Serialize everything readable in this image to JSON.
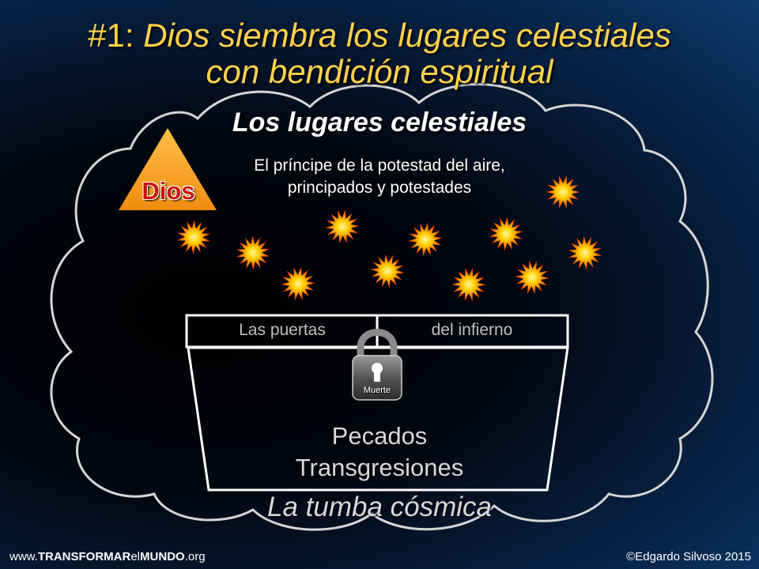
{
  "title": {
    "number": "#1:",
    "line1": "Dios siembra los lugares celestiales",
    "line2": "con bendición espiritual"
  },
  "cloud": {
    "title": "Los lugares celestiales",
    "powers_line1": "El príncipe de la potestad del aire,",
    "powers_line2": "principados y potestades"
  },
  "god": {
    "label": "Dios"
  },
  "gates": {
    "left": "Las puertas",
    "right": "del infierno"
  },
  "lock": {
    "label": "Muerte"
  },
  "tomb": {
    "line1": "Pecados",
    "line2": "Transgresiones",
    "name": "La tumba cósmica"
  },
  "footer": {
    "url_prefix": "www.",
    "url_bold1": "TRANSFORMAR",
    "url_mid": "el",
    "url_bold2": "MUNDO",
    "url_suffix": ".org",
    "copyright": "©Edgardo Silvoso 2015"
  },
  "colors": {
    "title": "#ffd24d",
    "triangle": "#f7a21b",
    "god_label": "#c8140a",
    "burst_outer": "#ff5a00",
    "burst_inner": "#ffe600"
  }
}
